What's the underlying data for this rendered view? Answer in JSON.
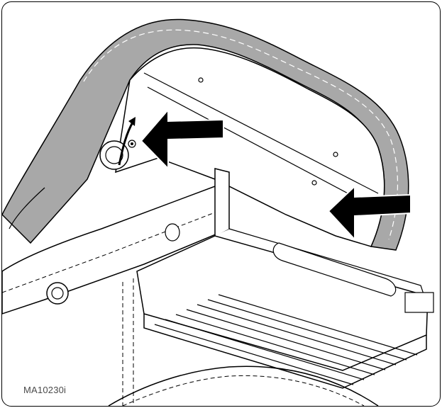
{
  "figure": {
    "reference_code": "MA10230i"
  },
  "colors": {
    "outline": "#000000",
    "fill": "#ffffff",
    "gray_pad": "#a8a8a8",
    "seam": "#ffffff"
  },
  "callouts": [
    {
      "name": "arrow-to-release-knob",
      "direction": "left"
    },
    {
      "name": "arrow-to-seat-edge",
      "direction": "left"
    }
  ]
}
